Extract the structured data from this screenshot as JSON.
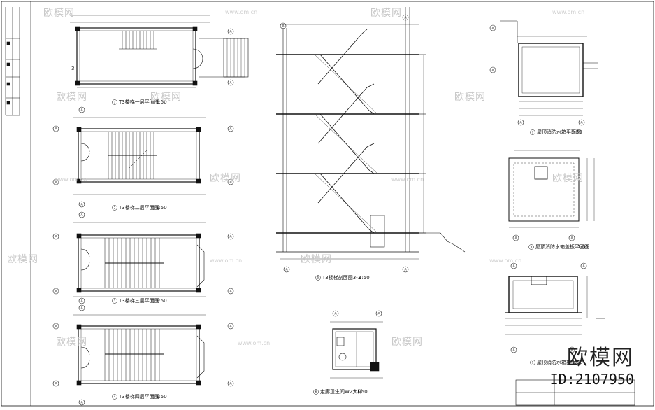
{
  "watermark": {
    "brand_cn": "欧模网",
    "url": "www.om.cn"
  },
  "brand": {
    "name": "欧模网",
    "id": "ID:2107950"
  },
  "plans": [
    {
      "title": "T3楼梯一层平面图",
      "scale": "1:50",
      "number": "1"
    },
    {
      "title": "T3楼梯二层平面图",
      "scale": "1:50",
      "number": "2"
    },
    {
      "title": "T3楼梯三层平面图",
      "scale": "1:50",
      "number": "3"
    },
    {
      "title": "T3楼梯四层平面图",
      "scale": "1:50",
      "number": "4"
    }
  ],
  "section": {
    "title": "T3楼梯剖面图3-3",
    "scale": "1:50",
    "number": "5"
  },
  "detail_w2": {
    "title": "走廊卫生间W2大样",
    "scale": "1:50",
    "number": "6"
  },
  "details_right": [
    {
      "title": "屋顶消防水箱平面图",
      "scale": "1:50",
      "number": "7"
    },
    {
      "title": "屋顶消防水箱盖板平面图",
      "scale": "1:50",
      "number": "8"
    },
    {
      "title": "屋顶消防水箱剖面图",
      "scale": "1:50",
      "number": "9"
    }
  ],
  "axis_tag": "A",
  "section_marker": "3"
}
